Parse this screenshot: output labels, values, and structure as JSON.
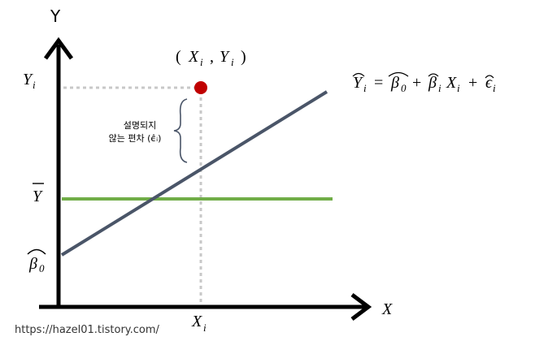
{
  "axes": {
    "x_label": "X",
    "y_label": "Y"
  },
  "point": {
    "label": "( X_i , Y_i )",
    "label_x_main": "X",
    "label_y_main": "Y",
    "subscript": "i",
    "color": "#c00000"
  },
  "y_ticks": {
    "yi_main": "Y",
    "yi_sub": "i",
    "ybar": "Y",
    "beta0_main": "β",
    "beta0_sub": "0"
  },
  "x_ticks": {
    "xi_main": "X",
    "xi_sub": "i"
  },
  "equation": {
    "yhat": "Y",
    "yhat_sub": "i",
    "equals": "=",
    "beta0": "β",
    "beta0_sub": "0",
    "plus1": "+",
    "betai": "β",
    "betai_sub": "i",
    "xi": "X",
    "xi_sub": "i",
    "plus2": "+",
    "eps": "ϵ",
    "eps_sub": "i"
  },
  "annotation": {
    "line1": "설명되지",
    "line2": "않는 편차 (ϵ̂ᵢ)"
  },
  "watermark": "https://hazel01.tistory.com/",
  "colors": {
    "axis": "#000000",
    "regression_line": "#4a5568",
    "mean_line": "#70ad47",
    "guide": "#c8c8c8",
    "brace": "#4a5568"
  }
}
